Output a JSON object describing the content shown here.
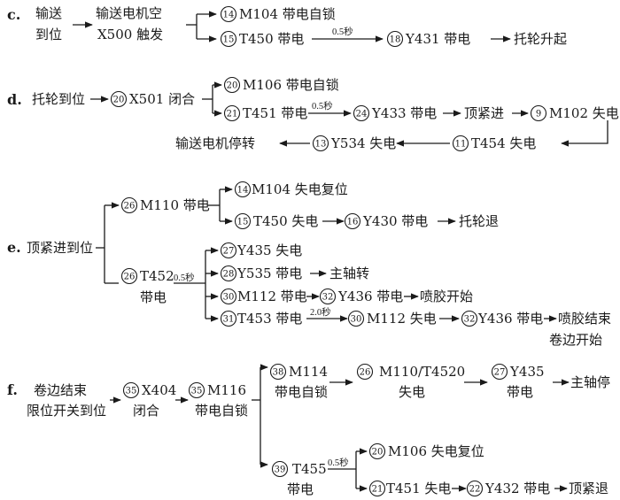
{
  "c": {
    "label": "c.",
    "start": [
      "输送",
      "到位"
    ],
    "trigger": [
      "输送电机空",
      "X500 触发"
    ],
    "n14": "14",
    "m104": "M104 带电自锁",
    "n15": "15",
    "t450": "T450 带电",
    "delay": "0.5秒",
    "n18": "18",
    "y431": "Y431 带电",
    "end": "托轮升起"
  },
  "d": {
    "label": "d.",
    "start": "托轮到位",
    "n20a": "20",
    "x501": "X501 闭合",
    "n20b": "20",
    "m106": "M106 带电自锁",
    "n21": "21",
    "t451": "T451 带电",
    "delay": "0.5秒",
    "n24": "24",
    "y433": "Y433 带电",
    "press": "顶紧进",
    "n9": "9",
    "m102": "M102 失电",
    "n11": "11",
    "t454": "T454 失电",
    "n13": "13",
    "y534": "Y534 失电",
    "end": "输送电机停转"
  },
  "e": {
    "label": "e.",
    "start": "顶紧进到位",
    "n26a": "26",
    "m110": "M110 带电",
    "n14": "14",
    "m104": "M104 失电复位",
    "n15": "15",
    "t450": "T450 失电",
    "n16": "16",
    "y430": "Y430 带电",
    "tuolun": "托轮退",
    "n26b": "26",
    "t452": "T452",
    "t452b": "带电",
    "delay1": "0.5秒",
    "n27": "27",
    "y435": "Y435 失电",
    "n28": "28",
    "y535": "Y535 带电",
    "spindle": "主轴转",
    "n30a": "30",
    "m112a": "M112 带电",
    "n32a": "32",
    "y436a": "Y436 带电",
    "glue": "喷胶开始",
    "n31": "31",
    "t453": "T453 带电",
    "delay2": "2.0秒",
    "n30b": "30",
    "m112b": "M112 失电",
    "n32b": "32",
    "y436b": "Y436 带电",
    "glue_end": "喷胶结束",
    "roll_start": "卷边开始"
  },
  "f": {
    "label": "f.",
    "start": [
      "卷边结束",
      "限位开关到位"
    ],
    "n35a": "35",
    "x404": [
      "X404",
      "闭合"
    ],
    "n35b": "35",
    "m116": [
      "M116",
      "带电自锁"
    ],
    "n38": "38",
    "m114": [
      "M114",
      "带电自锁"
    ],
    "n26": "26",
    "m110": [
      "M110/T4520",
      "失电"
    ],
    "n27": "27",
    "y435": [
      "Y435",
      "带电"
    ],
    "spindle_stop": "主轴停",
    "n39": "39",
    "t455": [
      "T455",
      "带电"
    ],
    "delay": "0.5秒",
    "n20": "20",
    "m106": "M106 失电复位",
    "n21": "21",
    "t451": "T451 失电",
    "n22": "22",
    "y432": "Y432 带电",
    "end": "顶紧退"
  }
}
